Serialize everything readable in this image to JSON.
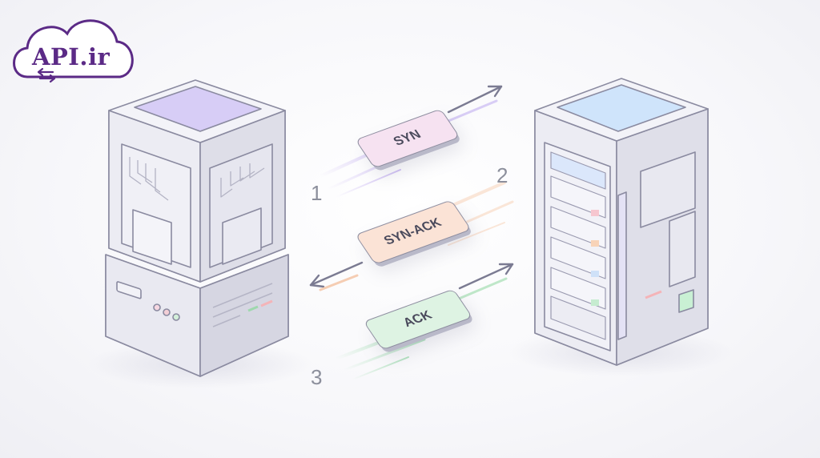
{
  "brand": {
    "name": "API.ir",
    "accent": "#5b2a86"
  },
  "steps": [
    {
      "number": "1"
    },
    {
      "number": "2"
    },
    {
      "number": "3"
    }
  ],
  "packets": [
    {
      "label": "SYN",
      "color": "#f6e2f1",
      "direction": "client-to-server"
    },
    {
      "label": "SYN-ACK",
      "color": "#fbe3d6",
      "direction": "server-to-client"
    },
    {
      "label": "ACK",
      "color": "#def3e3",
      "direction": "client-to-server"
    }
  ],
  "devices": {
    "client": {
      "top_color": "#d7cdf6"
    },
    "server": {
      "top_color": "#cfe4fb"
    }
  }
}
